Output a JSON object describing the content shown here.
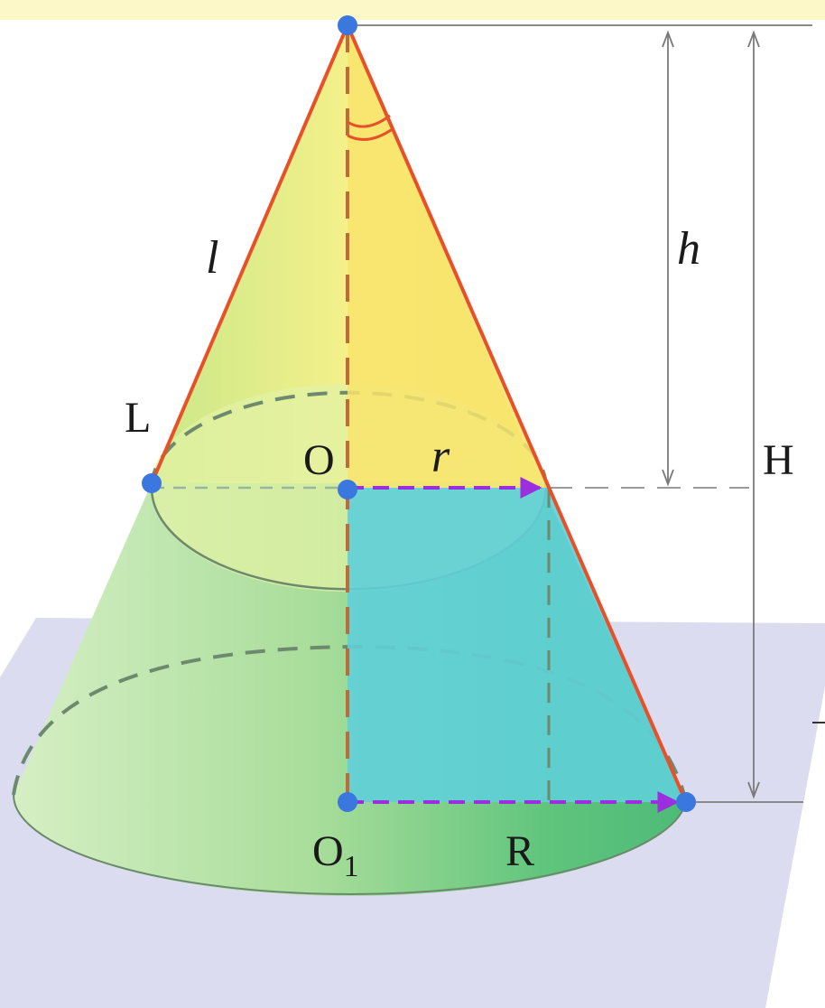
{
  "labels": {
    "slant": "l",
    "small_height": "h",
    "big_height": "H",
    "radius_small": "r",
    "radius_big": "R",
    "point_L": "L",
    "center_small": "O",
    "center_big_base": "O",
    "center_big_sub": "1"
  },
  "colors": {
    "top_banner": "#fdf8c8",
    "plane": "#dcdcf0",
    "frustum_green": "#8fd68a",
    "cone_yellow": "#f7ef7a",
    "triangle_cyan": "#62cfd6",
    "edge_red": "#e8502a",
    "axis_dash": "#c06a3a",
    "radius_arrow": "#9b2fe0",
    "point_blue": "#3a78e0"
  }
}
